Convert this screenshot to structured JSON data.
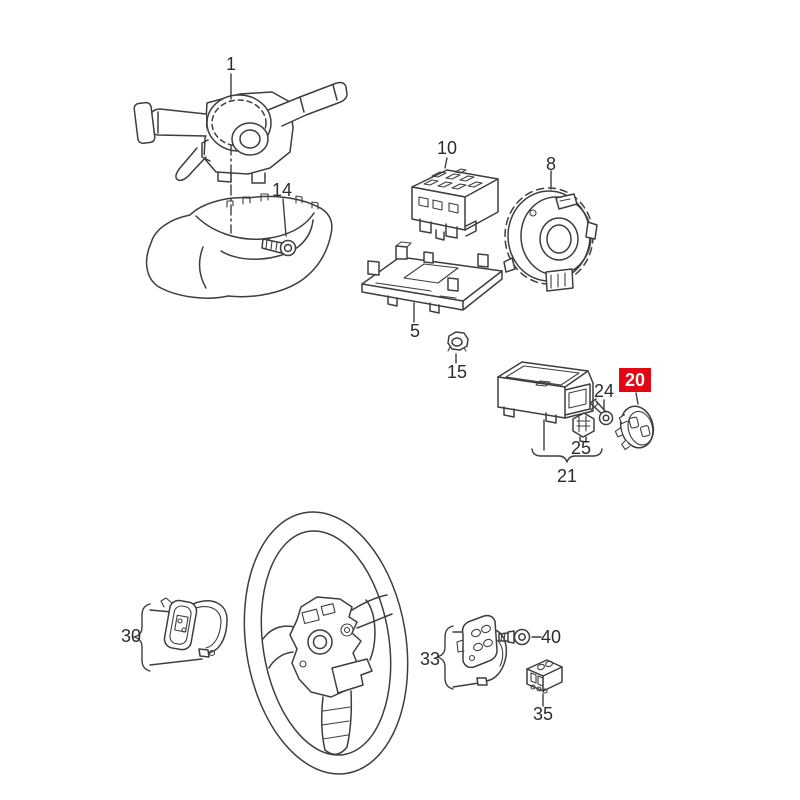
{
  "diagram": {
    "colors": {
      "background": "#ffffff",
      "line": "#3e3e3e",
      "text": "#2c2c2c",
      "highlight_bg": "#e30613",
      "highlight_fg": "#ffffff"
    },
    "callouts": {
      "part1": "1",
      "part5": "5",
      "part8": "8",
      "part10": "10",
      "part14": "14",
      "part15": "15",
      "part20": "20",
      "part21": "21",
      "part24": "24",
      "part25": "25",
      "part30": "30",
      "part33": "33",
      "part35": "35",
      "part40": "40"
    }
  }
}
